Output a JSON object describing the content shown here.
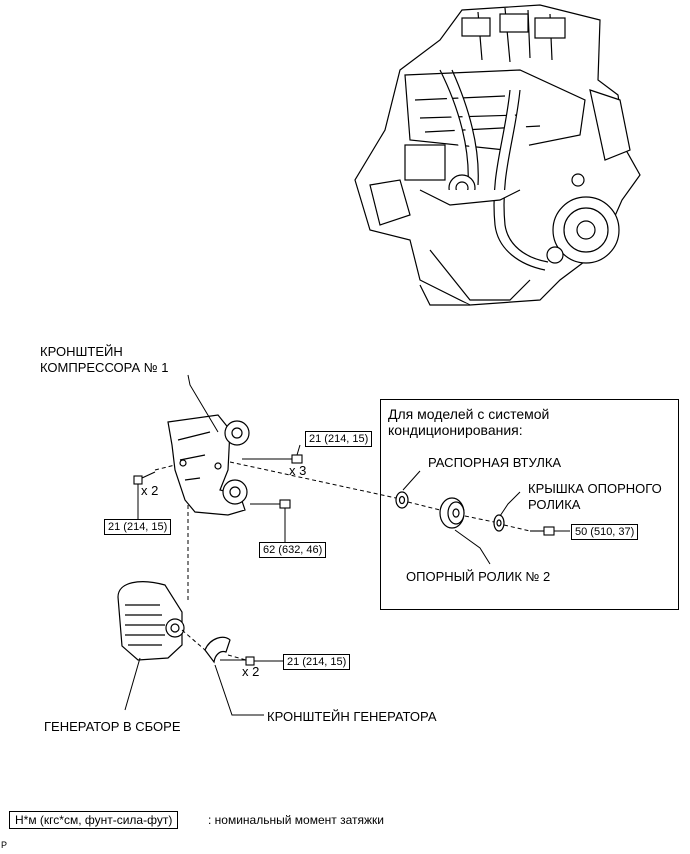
{
  "labels": {
    "compressor_bracket": [
      "КРОНШТЕЙН",
      "КОМПРЕССОРА № 1"
    ],
    "ac_box_title": [
      "Для моделей с системой",
      "кондиционирования:"
    ],
    "spacer": "РАСПОРНАЯ ВТУЛКА",
    "idler_cover": [
      "КРЫШКА ОПОРНОГО",
      "РОЛИКА"
    ],
    "idler_pulley": "ОПОРНЫЙ РОЛИК № 2",
    "generator": "ГЕНЕРАТОР В СБОРЕ",
    "generator_bracket": "КРОНШТЕЙН ГЕНЕРАТОРА"
  },
  "torques": {
    "t1": "21 (214, 15)",
    "t2": "21 (214, 15)",
    "t3": "62 (632, 46)",
    "t4": "50 (510, 37)",
    "t5": "21 (214, 15)"
  },
  "multipliers": {
    "m1": "x 3",
    "m2": "x 2",
    "m3": "x 2"
  },
  "legend": {
    "unit": "Н*м (кгс*см, фунт-сила-фут)",
    "description": ": номинальный момент затяжки"
  },
  "corner_mark": "P"
}
